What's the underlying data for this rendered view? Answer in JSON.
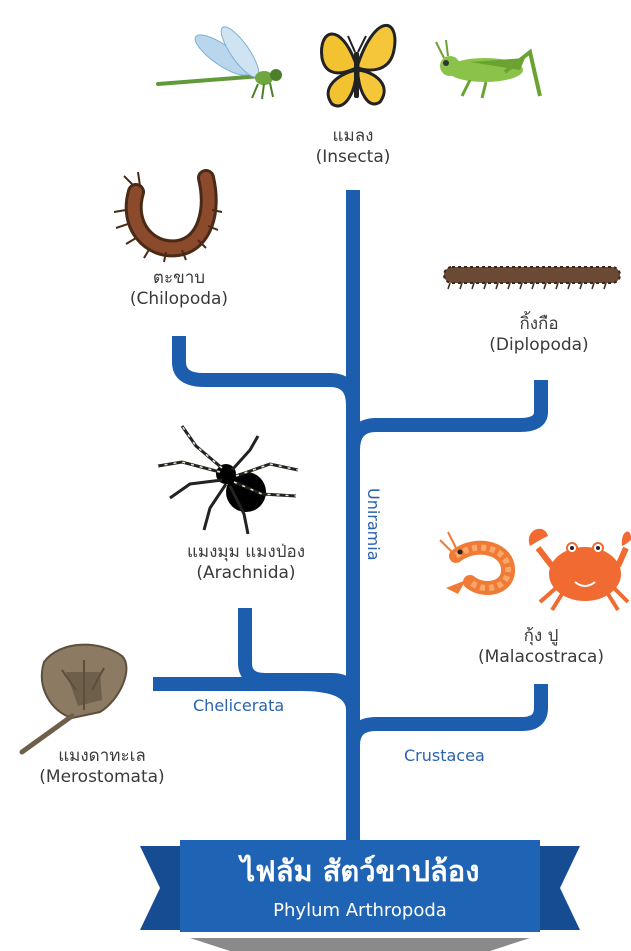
{
  "colors": {
    "trunk": "#1d5dae",
    "label": "#3a3a3a",
    "branch_label": "#2a63ad",
    "banner": "#1f63b4"
  },
  "taxa": {
    "insecta": {
      "thai": "แมลง",
      "latin": "(Insecta)",
      "icons": [
        "dragonfly-icon",
        "butterfly-icon",
        "grasshopper-icon"
      ]
    },
    "chilopoda": {
      "thai": "ตะขาบ",
      "latin": "(Chilopoda)",
      "icons": [
        "centipede-icon"
      ]
    },
    "diplopoda": {
      "thai": "กิ้งกือ",
      "latin": "(Diplopoda)",
      "icons": [
        "millipede-icon"
      ]
    },
    "arachnida": {
      "thai": "แมงมุม แมงป่อง",
      "latin": "(Arachnida)",
      "icons": [
        "spider-icon"
      ]
    },
    "malacostraca": {
      "thai": "กุ้ง ปู",
      "latin": "(Malacostraca)",
      "icons": [
        "shrimp-icon",
        "crab-icon"
      ]
    },
    "merostomata": {
      "thai": "แมงดาทะเล",
      "latin": "(Merostomata)",
      "icons": [
        "horseshoe-crab-icon"
      ]
    }
  },
  "branches": {
    "uniramia": "Uniramia",
    "chelicerata": "Chelicerata",
    "crustacea": "Crustacea"
  },
  "banner": {
    "title": "ไฟลัม สัตว์ขาปล้อง",
    "subtitle": "Phylum Arthropoda"
  }
}
